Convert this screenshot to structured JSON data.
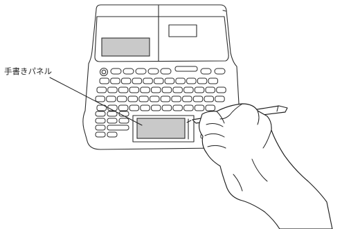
{
  "callout": {
    "label": "手書きパネル"
  },
  "device": {
    "keyboard_row_counts": [
      11,
      12,
      12,
      11
    ],
    "screen_color": "#c9c9c9",
    "outline_color": "#2a2a2a"
  },
  "figure": {
    "parts": [
      "label-printer",
      "handwriting-panel",
      "stylus-pen",
      "hand"
    ]
  }
}
